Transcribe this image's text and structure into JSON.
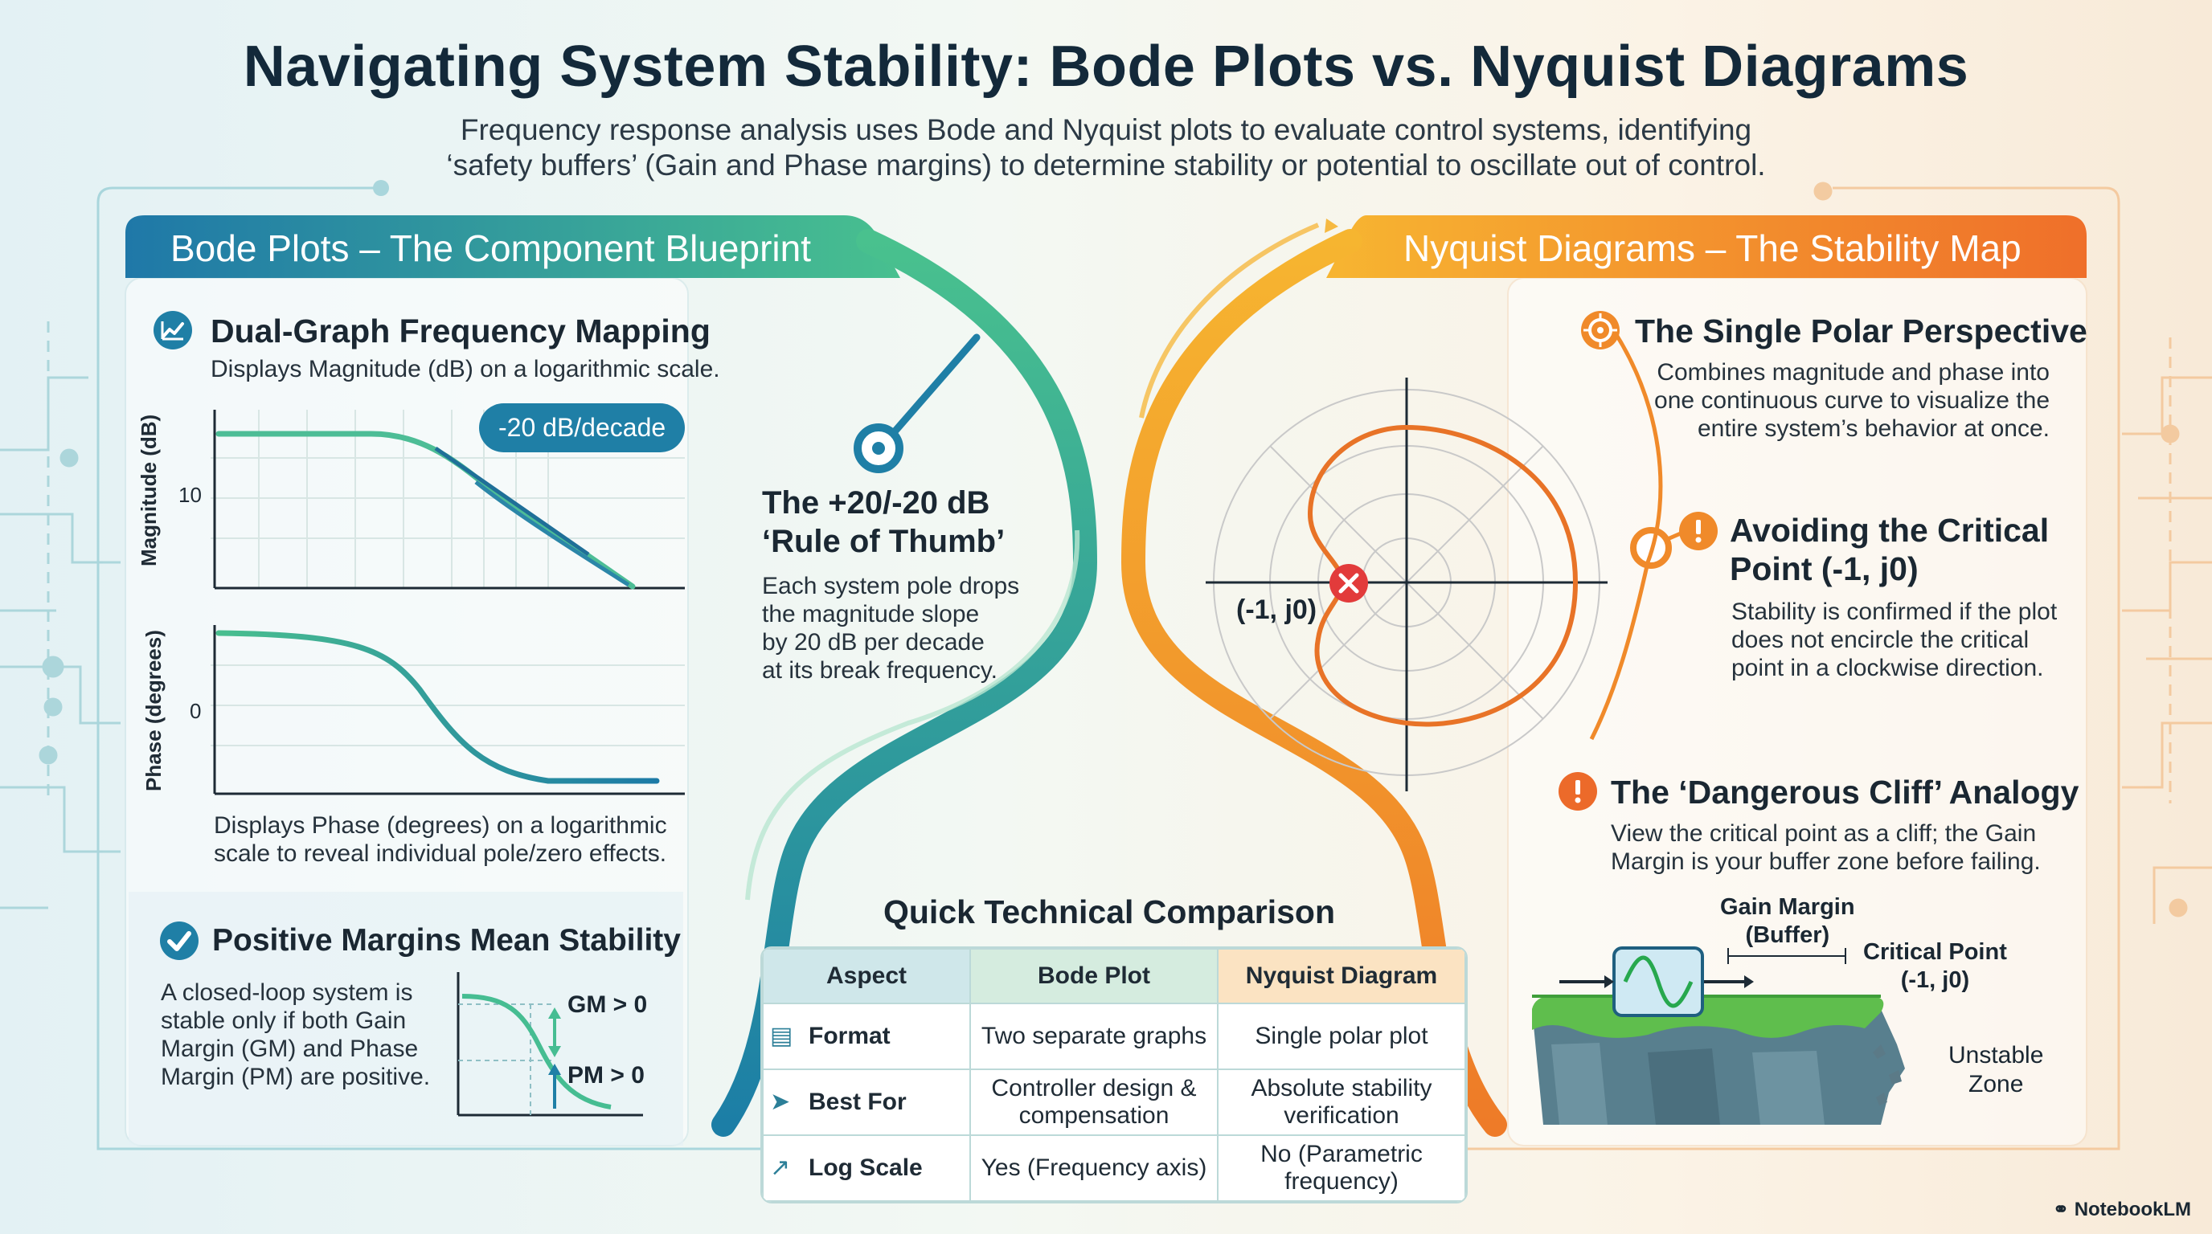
{
  "header": {
    "title": "Navigating System Stability: Bode Plots vs. Nyquist Diagrams",
    "subtitle_line1": "Frequency response analysis uses Bode and Nyquist plots to evaluate control systems, identifying",
    "subtitle_line2": "‘safety buffers’ (Gain and Phase margins) to determine stability or potential to oscillate out of control."
  },
  "colors": {
    "teal": "#1f8aa8",
    "green": "#4fbf8f",
    "orange": "#f08a2a",
    "red": "#e23b3b"
  },
  "bode": {
    "banner": "Bode Plots – The Component Blueprint",
    "section1_title": "Dual-Graph Frequency Mapping",
    "section1_icon": "chart-line-icon",
    "section1_text": "Displays Magnitude (dB) on a logarithmic scale.",
    "magnitude_ylabel": "Magnitude (dB)",
    "magnitude_tick": "10",
    "slope_tag": "-20 dB/decade",
    "phase_ylabel": "Phase (degrees)",
    "phase_tick": "0",
    "phase_text_line1": "Displays Phase (degrees) on a logarithmic",
    "phase_text_line2": "scale to reveal individual pole/zero effects.",
    "section2_title": "Positive Margins Mean Stability",
    "section2_icon": "check-circle-icon",
    "section2_text": [
      "A closed-loop system is",
      "stable only if both Gain",
      "Margin (GM) and Phase",
      "Margin (PM) are positive."
    ],
    "gm_label": "GM > 0",
    "pm_label": "PM > 0"
  },
  "rule": {
    "title_line1": "The +20/-20 dB",
    "title_line2": "‘Rule of Thumb’",
    "text": [
      "Each system pole drops",
      "the magnitude slope",
      "by 20 dB per decade",
      "at its break frequency."
    ]
  },
  "nyquist": {
    "banner": "Nyquist Diagrams – The Stability Map",
    "section1_title": "The Single Polar Perspective",
    "section1_icon": "target-icon",
    "section1_text": [
      "Combines magnitude and phase into",
      "one continuous curve to visualize the",
      "entire system’s behavior at once."
    ],
    "critical_label": "(-1, j0)",
    "section2_title_line1": "Avoiding the Critical",
    "section2_title_line2": "Point (-1, j0)",
    "section2_icon": "warning-icon",
    "section2_text": [
      "Stability is confirmed if the plot",
      "does not encircle the critical",
      "point in a clockwise direction."
    ],
    "section3_title": "The ‘Dangerous Cliff’ Analogy",
    "section3_icon": "alert-icon",
    "section3_text": [
      "View the critical point as a cliff; the Gain",
      "Margin is your buffer zone before failing."
    ],
    "gain_margin_label_line1": "Gain Margin",
    "gain_margin_label_line2": "(Buffer)",
    "critical_point_label_line1": "Critical Point",
    "critical_point_label_line2": "(-1, j0)",
    "unstable_label_line1": "Unstable",
    "unstable_label_line2": "Zone"
  },
  "comparison": {
    "title": "Quick Technical Comparison",
    "headers": [
      "Aspect",
      "Bode Plot",
      "Nyquist Diagram"
    ],
    "rows": [
      {
        "icon": "document-icon",
        "aspect": "Format",
        "bode": "Two separate graphs",
        "nyquist": "Single polar plot"
      },
      {
        "icon": "rocket-icon",
        "aspect": "Best For",
        "bode": "Controller design & compensation",
        "nyquist": "Absolute stability verification"
      },
      {
        "icon": "log-chart-icon",
        "aspect": "Log Scale",
        "bode": "Yes (Frequency axis)",
        "nyquist": "No (Parametric frequency)"
      }
    ]
  },
  "footer": {
    "brand": "NotebookLM"
  }
}
